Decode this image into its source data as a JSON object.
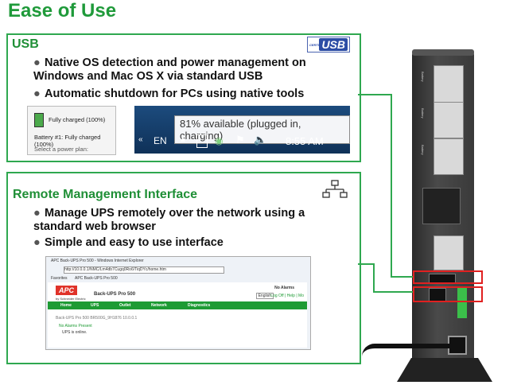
{
  "title": "Ease of Use",
  "usb_section": {
    "heading": "USB",
    "badge_small": "CERTIFIED",
    "badge_big": "USB",
    "bullets": [
      "Native OS detection and power management on Windows and Mac OS X via standard USB",
      "Automatic shutdown for PCs using native tools"
    ],
    "battery_popup": {
      "status": "Fully charged (100%)",
      "battery_line": "Battery #1: Fully charged (100%)",
      "plan": "Select a power plan:"
    },
    "taskbar": {
      "tooltip": "81% available (plugged in, charging)",
      "lang": "EN",
      "time": "8:55 AM"
    }
  },
  "remote_section": {
    "heading": "Remote Management Interface",
    "bullets": [
      "Manage UPS remotely over the network using a standard web browser",
      "Simple and easy to use interface"
    ],
    "browser": {
      "window_title": "APC Back-UPS Pro 500 - Windows Internet Explorer",
      "address": "http://10.0.0.1/NMC/Lm4db7Cugq0Ro6/TiqDYc/home.htm",
      "favorites": "Favorites",
      "tab": "APC Back-UPS Pro 500",
      "logo": "APC",
      "logo_sub": "by Schneider Electric",
      "product": "Back-UPS Pro 500",
      "alarm": "No Alarms",
      "lang": "English",
      "links": "Log Off | Help | Mo",
      "nav": [
        "Home",
        "UPS",
        "Outlet",
        "Network",
        "Diagnostics"
      ],
      "info_line": "Back-UPS Pro 500   BR500G_9H1876   10.0.0.1",
      "status1": "No Alarms Present",
      "status2": "UPS is online."
    }
  },
  "ups": {
    "labels": [
      "Battery",
      "Battery",
      "Battery"
    ]
  },
  "colors": {
    "green": "#2fa84f",
    "red": "#e02020",
    "apc_green": "#1e9b34"
  }
}
